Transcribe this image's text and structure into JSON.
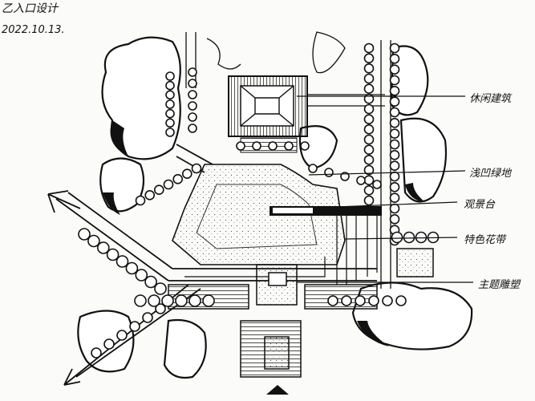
{
  "title": "乙入口设计",
  "date": "2022.10.13.",
  "labels": [
    {
      "id": "leisure-building",
      "text": "休闲建筑"
    },
    {
      "id": "sunken-green",
      "text": "浅凹绿地"
    },
    {
      "id": "viewing-platform",
      "text": "观景台"
    },
    {
      "id": "feature-flowerbed",
      "text": "特色花带"
    },
    {
      "id": "theme-sculpture",
      "text": "主题雕塑"
    }
  ],
  "colors": {
    "ink": "#111111",
    "paper": "#fbfbf9"
  }
}
